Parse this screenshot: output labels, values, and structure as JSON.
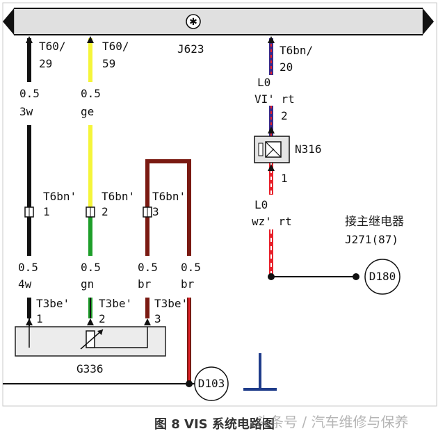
{
  "ecu": {
    "name": "J623",
    "symbol": "✱"
  },
  "wires": {
    "w1": {
      "pin_top": [
        "T60/",
        "29"
      ],
      "gauge_top": "0.5",
      "color_top": "3w",
      "connector": [
        "T6bn'",
        "1"
      ],
      "gauge_bottom": "0.5",
      "color_bottom": "4w",
      "pin_bottom": [
        "T3be'",
        "1"
      ]
    },
    "w2": {
      "pin_top": [
        "T60/",
        "59"
      ],
      "gauge_top": "0.5",
      "color_top": "ge",
      "connector": [
        "T6bn'",
        "2"
      ],
      "gauge_bottom": "0.5",
      "color_bottom": "gn",
      "pin_bottom": [
        "T3be'",
        "2"
      ]
    },
    "w3": {
      "connector": [
        "T6bn'",
        "3"
      ],
      "gauge_bottom": "0.5",
      "color_bottom": "br",
      "pin_bottom": [
        "T3be'",
        "3"
      ]
    },
    "w4": {
      "gauge": "0.5",
      "color": "br"
    }
  },
  "valve": {
    "pin_top": [
      "T6bn/",
      "20"
    ],
    "wire_top": [
      "L0",
      "VI' rt"
    ],
    "pin_in": "2",
    "name": "N316",
    "pin_out": "1",
    "wire_bottom": [
      "L0",
      "wz' rt"
    ]
  },
  "relay_note": [
    "接主继电器",
    "J271(87)"
  ],
  "grounds": {
    "g1": "D180",
    "g2": "D103"
  },
  "sensor": {
    "name": "G336"
  },
  "caption": "图 8 VIS 系统电路图",
  "watermark": "头条号 / 汽车维修与保养",
  "colors": {
    "black": "#111111",
    "yellow": "#f5f53a",
    "green": "#1e9e2a",
    "brown": "#7a1a12",
    "red": "#e8202a",
    "violet": "#3a2a8a",
    "bar": "#e0e0e0"
  }
}
